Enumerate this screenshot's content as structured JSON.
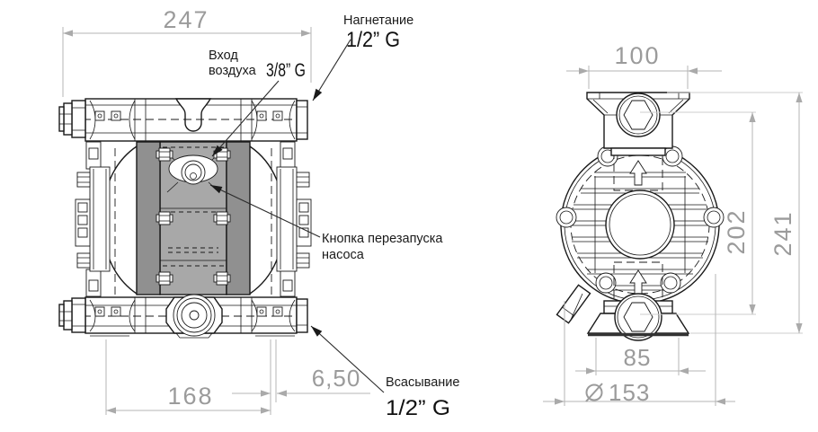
{
  "drawing": {
    "type": "pump dimensional drawing, two orthographic views",
    "front_view": {
      "dimensions": {
        "overall_width": "247",
        "foot_span": "168",
        "offset": "6,50"
      },
      "callouts": {
        "air_inlet": {
          "line1": "Вход",
          "line2": "воздуха",
          "size": "3/8” G"
        },
        "discharge": {
          "label": "Нагнетание",
          "size": "1/2” G"
        },
        "restart": {
          "line1": "Кнопка перезапуска",
          "line2": "насоса"
        },
        "suction": {
          "label": "Всасывание",
          "size": "1/2” G"
        }
      }
    },
    "side_view": {
      "dimensions": {
        "flange_width": "100",
        "port_distance": "202",
        "overall_height": "241",
        "foot_width": "85",
        "housing_diameter": "153"
      }
    },
    "icons": {
      "leader_arrow": "filled-triangle",
      "flow_arrow": "outline-up-arrow",
      "diameter_symbol": "⌀ (circle with slash)"
    },
    "colors": {
      "line": "#1a1a1a",
      "dimension_line": "#b5b5b5",
      "dimension_text": "#9b9b9b",
      "panel_gray": "#a8a8a8",
      "strip_gray": "#909090",
      "background": "#ffffff"
    }
  }
}
